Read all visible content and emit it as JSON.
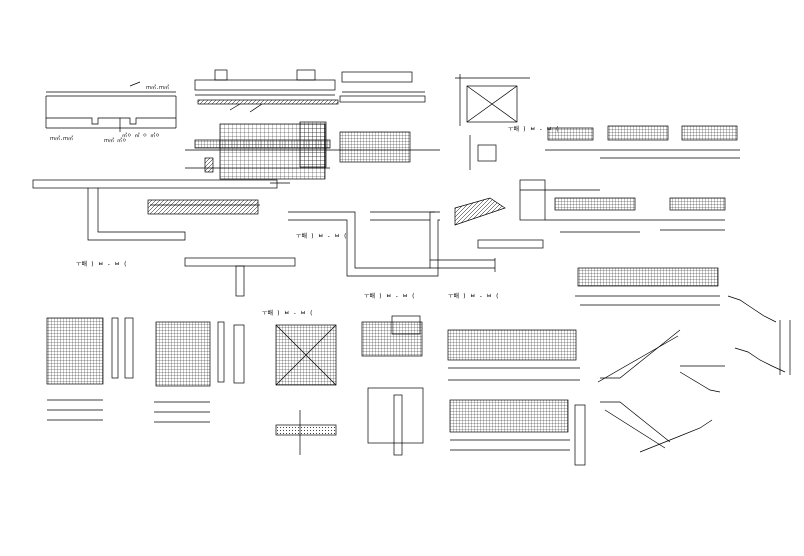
{
  "drawing": {
    "background": "#ffffff",
    "line_color": "#000000",
    "top_left": {
      "labels": [
        "ｍ㎡.ｍ㎡",
        "ｍ㎡.ｍ㎡",
        "ｍ㎡ ㎡ㅇ",
        "㎡ㅇ ㎡ ㅇ ㎡ㅇ"
      ]
    },
    "section_labels": {
      "s1": "ㅜ배 ) ㅂ  -  ㅂ  (",
      "s2": "ㅜ배 ) ㅂ  -  ㅂ  (",
      "s3": "ㅜ배 ) ㅂ  -  ㅂ  (",
      "s4": "ㅜ배 ) ㅂ  -  ㅂ  (",
      "s5": "ㅜ배 ) ㅂ  -  ㅂ  (",
      "s6": "ㅜ배 ) ㅂ  -  ㅂ  ("
    }
  }
}
